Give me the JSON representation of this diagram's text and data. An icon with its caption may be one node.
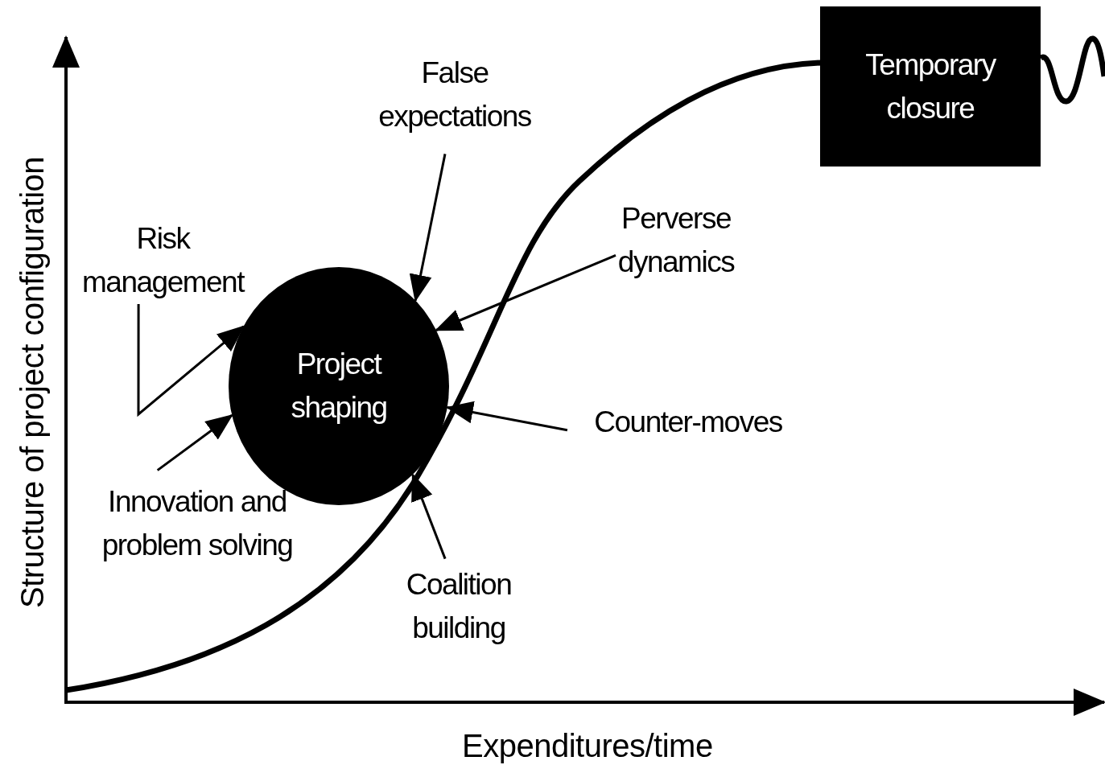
{
  "diagram": {
    "nodes": [
      {
        "text": [
          "Project shaping"
        ]
      },
      {
        "text": [
          "Temporary closure"
        ]
      },
      {
        "text": [
          "Risk management"
        ]
      },
      {
        "text": [
          "Innovation and problem solving"
        ]
      },
      {
        "text": [
          "False expectations"
        ]
      },
      {
        "text": [
          "Perverse dynamics"
        ]
      },
      {
        "text": [
          "Counter-moves"
        ]
      },
      {
        "text": [
          "Coalition building"
        ]
      }
    ],
    "edges": [
      {
        "from": 2,
        "to": 0,
        "arrow": "to"
      },
      {
        "from": 3,
        "to": 0,
        "arrow": "to"
      },
      {
        "from": 4,
        "to": 0,
        "arrow": "to"
      },
      {
        "from": 5,
        "to": 0,
        "arrow": "to"
      },
      {
        "from": 6,
        "to": 0,
        "arrow": "to"
      },
      {
        "from": 7,
        "to": 0,
        "arrow": "to"
      }
    ],
    "labels": [
      "Structure of project configuration",
      "Expenditures/time"
    ]
  }
}
